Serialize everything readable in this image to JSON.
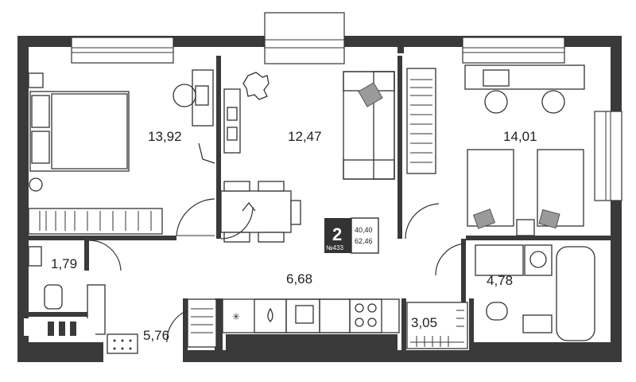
{
  "rooms": {
    "bedroom_left": "13,92",
    "living_kitchen": "12,47",
    "bedroom_right": "14,01",
    "bathroom_small": "1,79",
    "hallway": "6,68",
    "bathroom_large": "4,78",
    "storage": "3,05",
    "balcony": "5,76"
  },
  "badge": {
    "rooms_count": "2",
    "number": "№433",
    "living_area": "40,40",
    "total_area": "62,46"
  },
  "colors": {
    "wall": "#3a3a3a",
    "badge_bg": "#333333",
    "furniture_grey": "#9a9a9a"
  }
}
